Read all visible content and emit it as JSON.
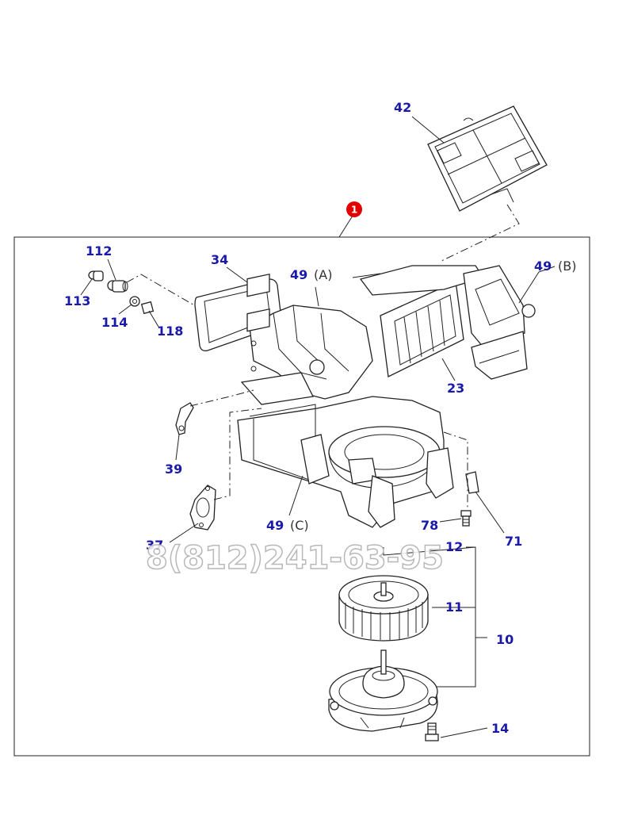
{
  "callout_number": "1",
  "labels": {
    "p42": "42",
    "p112": "112",
    "p34": "34",
    "p49a": "49",
    "p49a_sub": "(A)",
    "p49b": "49",
    "p49b_sub": "(B)",
    "p113": "113",
    "p114": "114",
    "p118": "118",
    "p23": "23",
    "p39": "39",
    "p37": "37",
    "p49c": "49",
    "p49c_sub": "(C)",
    "p78": "78",
    "p71": "71",
    "p12": "12",
    "p11": "11",
    "p10": "10",
    "p14": "14"
  },
  "watermark": "8(812)241-63-95",
  "colors": {
    "label": "#1a1aa8",
    "callout_badge": "#e00000",
    "line": "#222222"
  }
}
